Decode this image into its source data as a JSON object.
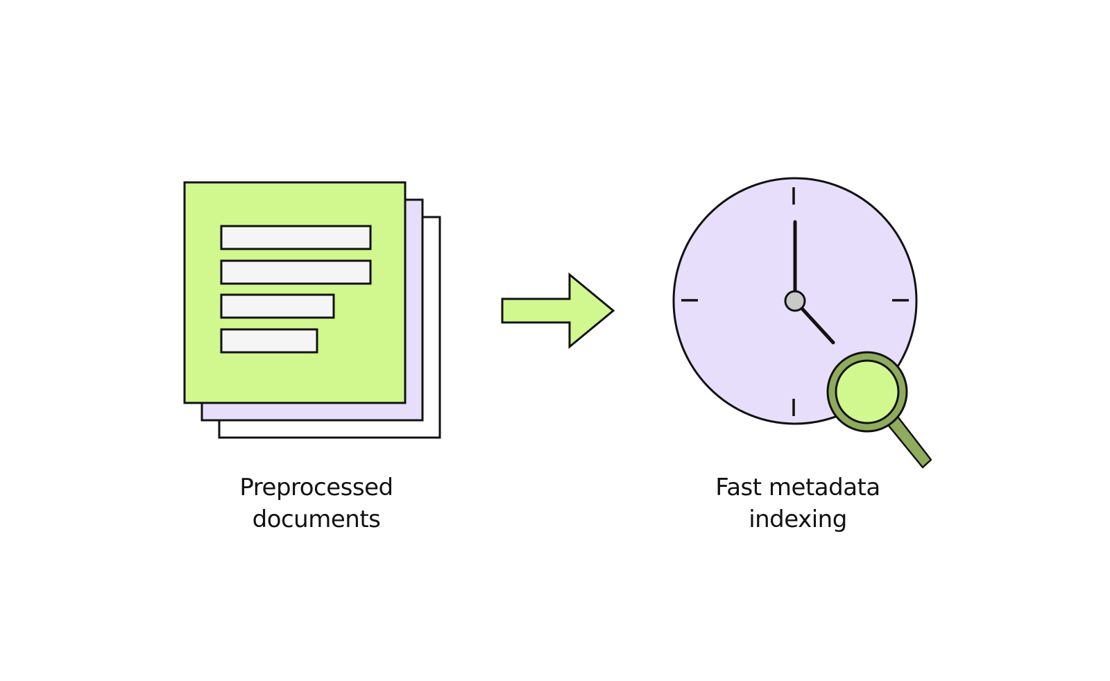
{
  "colors": {
    "background": "#ffffff",
    "outline": "#111111",
    "doc_green": "#d1f78f",
    "doc_lavender": "#e7defc",
    "doc_white": "#ffffff",
    "text_bar_fill": "#f5f5f5",
    "arrow_fill": "#d1f78f",
    "clock_face": "#e7defc",
    "clock_hub": "#c9c9c9",
    "magnifier_ring": "#8fab5c",
    "magnifier_lens": "#d1f78f"
  },
  "left_item": {
    "icon": "document-stack-icon",
    "label_line1": "Preprocessed",
    "label_line2": "documents"
  },
  "connector": {
    "icon": "right-arrow-icon"
  },
  "right_item": {
    "icon": "clock-icon",
    "overlay_icon": "magnifier-icon",
    "label_line1": "Fast metadata",
    "label_line2": "indexing"
  }
}
